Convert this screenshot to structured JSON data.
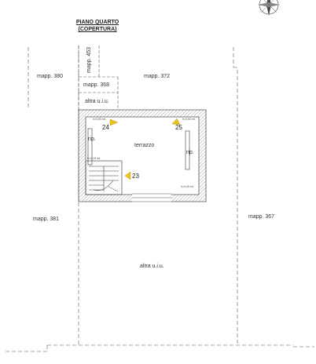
{
  "title": {
    "line1": "PIANO QUARTO",
    "line2": "(COPERTURA)"
  },
  "labels": {
    "mapp_380": "mapp. 380",
    "mapp_453": "mapp. 453",
    "mapp_368": "mapp. 368",
    "mapp_372": "mapp. 372",
    "altra_uiu_top": "altra u.i.u.",
    "rip_left": "rip.",
    "rip_right": "rip.",
    "terrazzo": "terrazzo",
    "num_24": "24",
    "num_25": "25",
    "num_23": "23",
    "h_top_left": "h=0,90 mt.",
    "h_top_right": "h=0,90 mt.",
    "h_stair": "h=1,15 mt.",
    "h_bottom_right": "h=0,40 mt.",
    "mapp_381": "mapp. 381",
    "mapp_367": "mapp. 367",
    "altra_uiu_bottom": "altra u.i.u."
  },
  "icons": {
    "compass": "compass-rose-icon",
    "camera": "camera-viewpoint-icon"
  },
  "colors": {
    "line": "#555555",
    "wall_hatch": "#8a8a8a",
    "camera": "#e8c21c"
  }
}
